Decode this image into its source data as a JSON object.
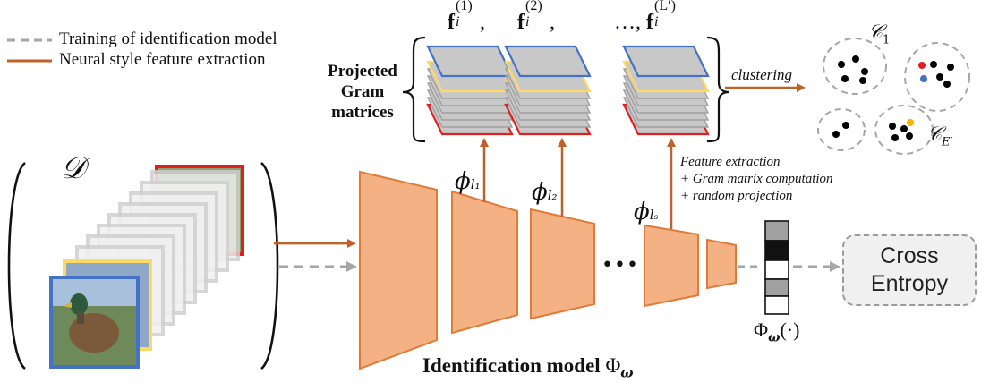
{
  "legend": {
    "training_label": "Training of identification model",
    "extraction_label": "Neural style feature extraction"
  },
  "projected_label": "Projected Gram matrices",
  "features": {
    "f1": "f",
    "f1_sub": "i",
    "f1_sup": "(1)",
    "f2": "f",
    "f2_sub": "i",
    "f2_sup": "(2)",
    "dots": "…,",
    "fL": "f",
    "fL_sub": "i",
    "fL_sup": "(L′)",
    "comma": ","
  },
  "clustering_label": "clustering",
  "clusters": {
    "c1_label": "𝒞",
    "c1_sub": "1",
    "cE_label": "𝒞",
    "cE_sub": "E′"
  },
  "dataset_label": "𝒟",
  "phi": {
    "symbol": "ϕ",
    "l1": "l₁",
    "l2": "l₂",
    "ls": "lₛ"
  },
  "feature_extraction_lines": [
    "Feature extraction",
    "+ Gram matrix computation",
    "+ random projection"
  ],
  "ellipsis": "•••",
  "output_label": "Φ",
  "output_sub": "ω",
  "output_arg": "(·)",
  "cross_entropy": {
    "line1": "Cross",
    "line2": "Entropy"
  },
  "model_title": "Identification model ",
  "model_symbol": "Φ",
  "model_sub": "ω",
  "colors": {
    "orange_line": "#c0612b",
    "layer_fill": "#f4b183",
    "layer_stroke": "#e07b39",
    "gray_dash": "#a6a6a6",
    "cluster_bg": "#f9d8c2",
    "blue": "#4472c4",
    "yellow": "#ffd966",
    "red": "#e02020"
  }
}
